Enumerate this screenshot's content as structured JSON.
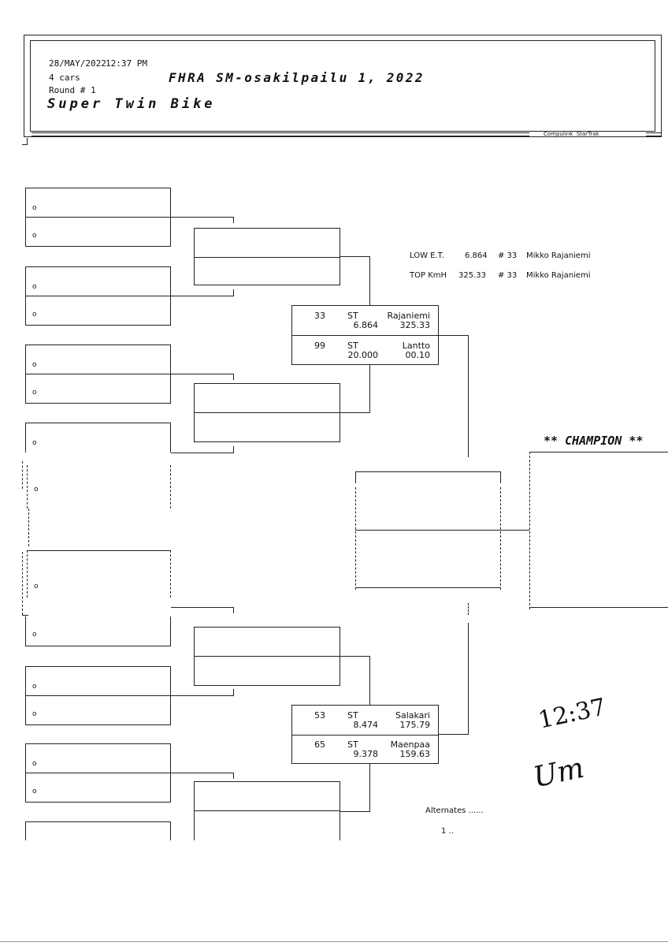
{
  "header": {
    "date": "28/MAY/2022",
    "time": "12:37 PM",
    "cars": "4 cars",
    "round": "Round # 1",
    "event_title": "FHRA SM-osakilpailu 1, 2022",
    "class_name": "Super Twin Bike",
    "software_brand": "Compulink  StarTrak"
  },
  "records": {
    "low_et_label": "LOW E.T.",
    "low_et_value": "6.864",
    "low_et_car": "# 33",
    "low_et_driver": "Mikko Rajaniemi",
    "top_speed_label": "TOP KmH",
    "top_speed_value": "325.33",
    "top_speed_car": "# 33",
    "top_speed_driver": "Mikko Rajaniemi"
  },
  "pair_top": {
    "lane1": {
      "number": "33",
      "class": "ST",
      "name": "Rajaniemi",
      "et": "6.864",
      "speed": "325.33"
    },
    "lane2": {
      "number": "99",
      "class": "ST",
      "name": "Lantto",
      "et": "20.000",
      "speed": "00.10"
    }
  },
  "pair_bottom": {
    "lane1": {
      "number": "53",
      "class": "ST",
      "name": "Salakari",
      "et": "8.474",
      "speed": "175.79"
    },
    "lane2": {
      "number": "65",
      "class": "ST",
      "name": "Maenpaa",
      "et": "9.378",
      "speed": "159.63"
    }
  },
  "slot_marker": "o",
  "champion_label": "** CHAMPION **",
  "alternates_label": "Alternates ......",
  "alternates_first": "1 ..",
  "handwriting": {
    "time": "12:37",
    "signature": "Um"
  }
}
